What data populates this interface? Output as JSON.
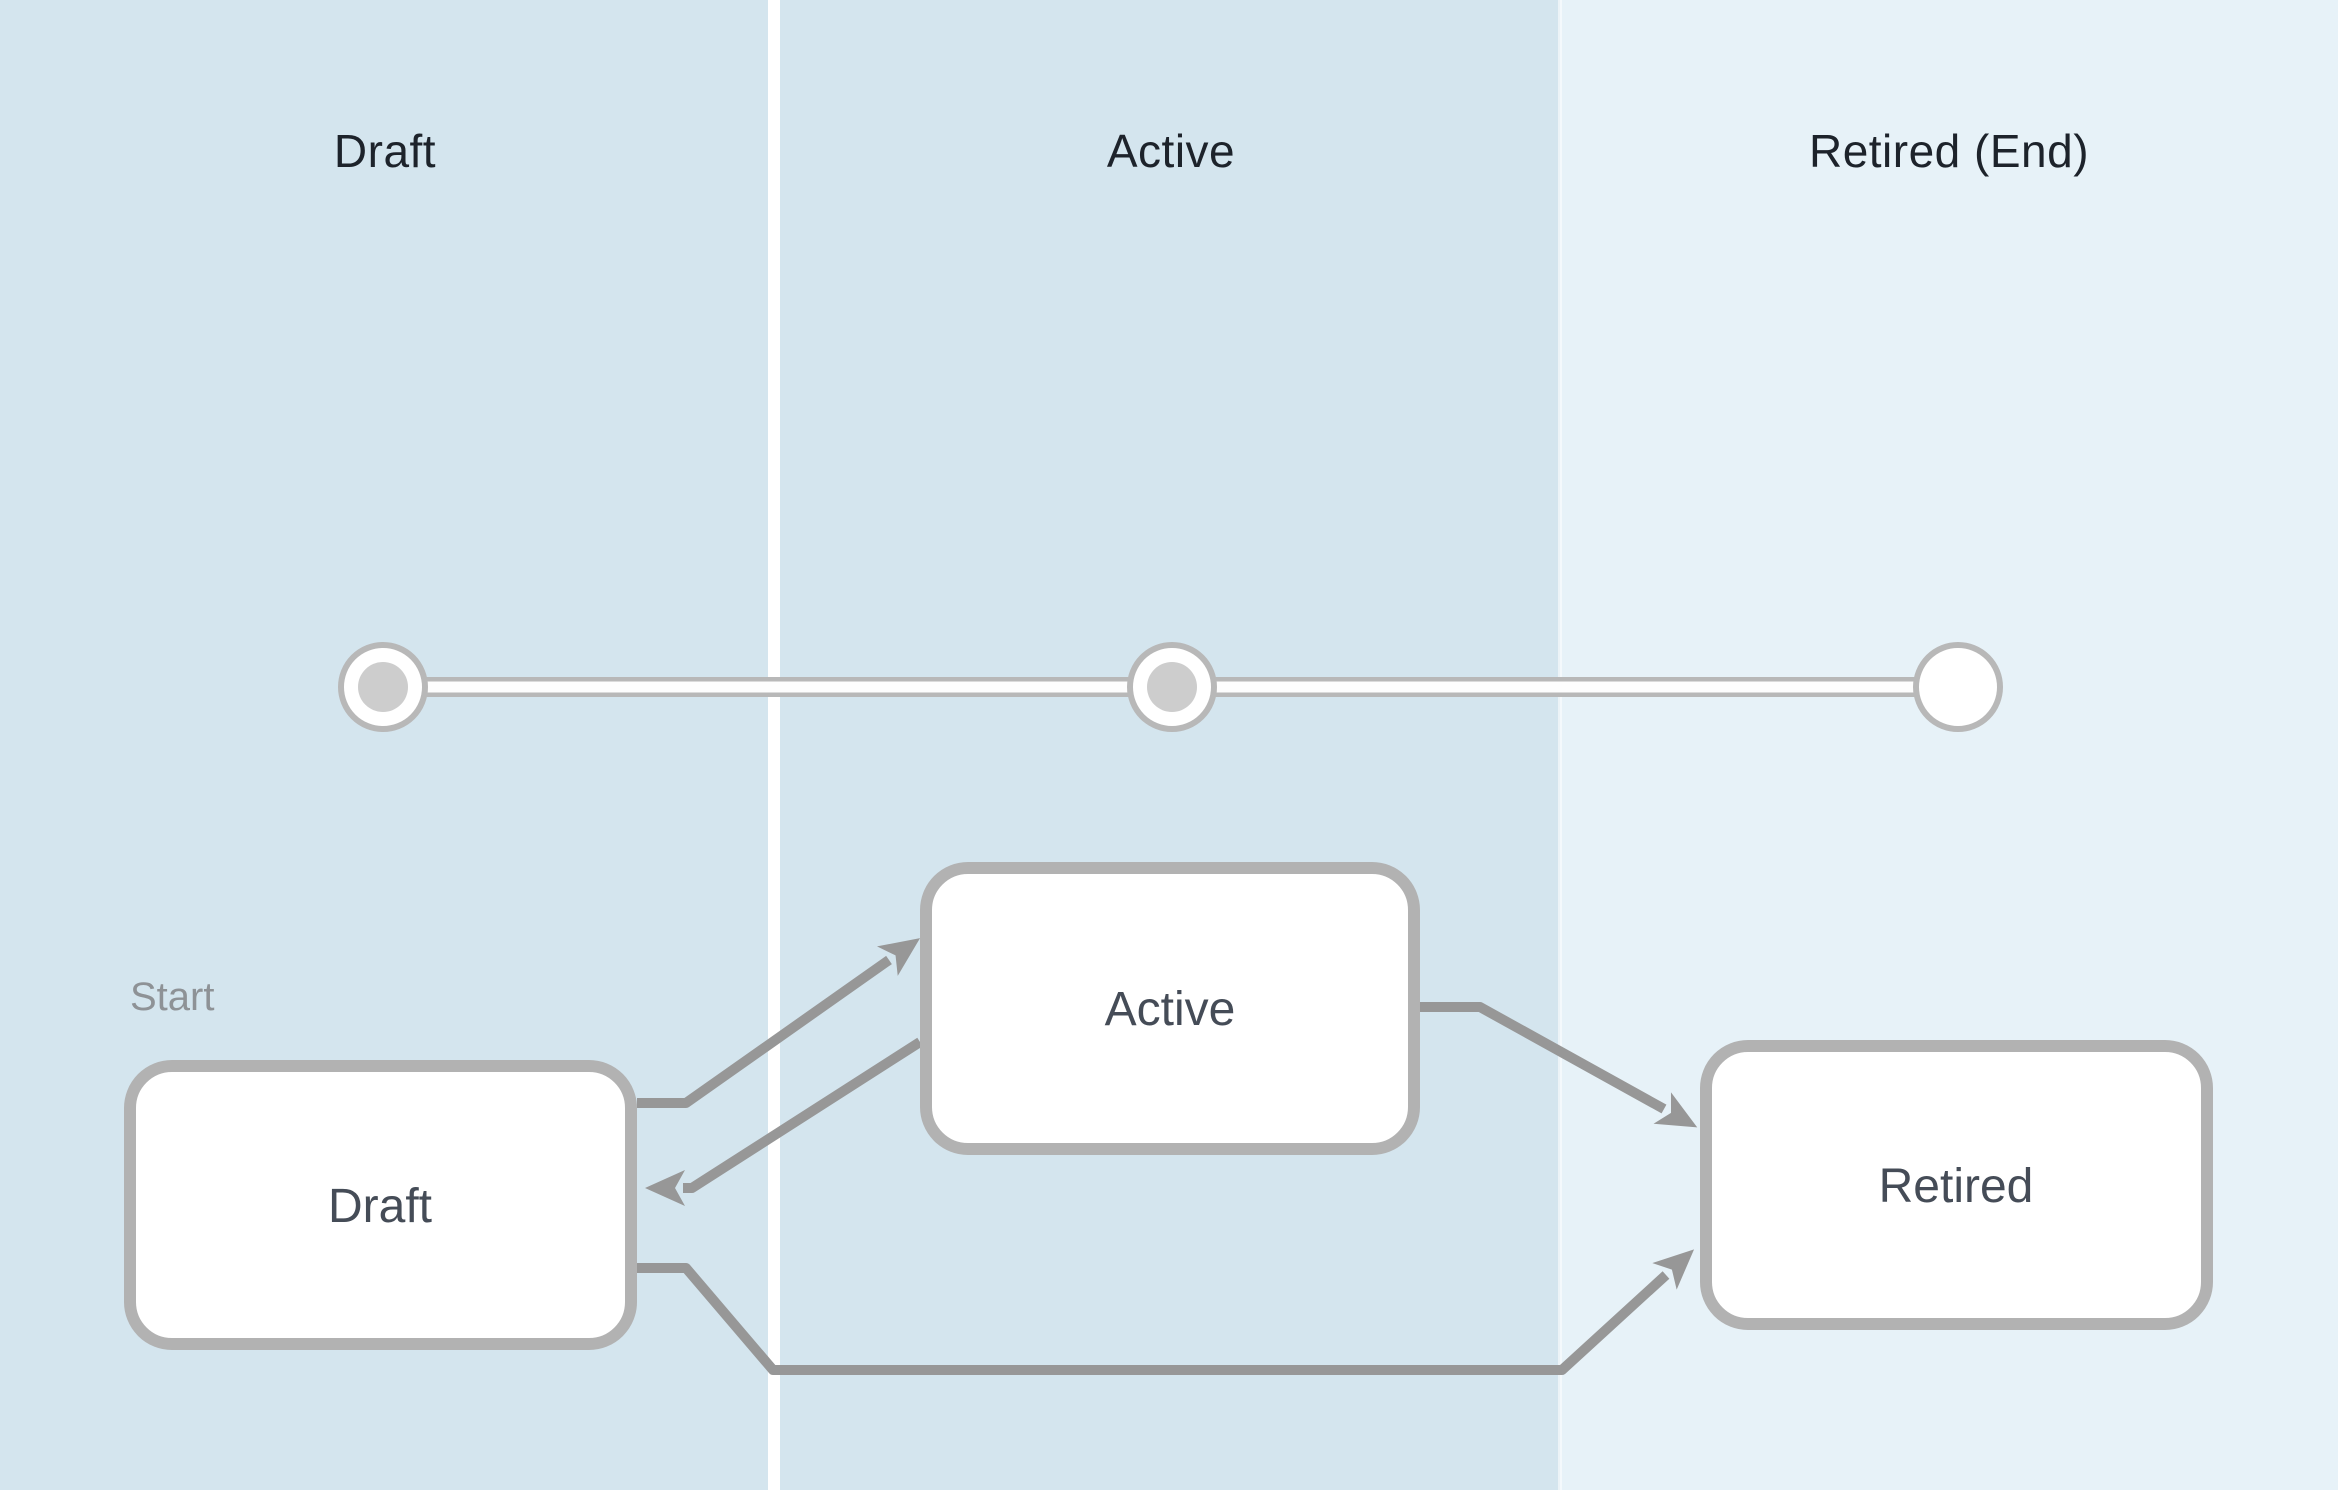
{
  "lanes": [
    {
      "label": "Draft"
    },
    {
      "label": "Active"
    },
    {
      "label": "Retired (End)"
    }
  ],
  "timeline": {
    "milestones": [
      {
        "lane": "Draft",
        "state": "filled"
      },
      {
        "lane": "Active",
        "state": "filled"
      },
      {
        "lane": "Retired (End)",
        "state": "empty"
      }
    ]
  },
  "states": [
    {
      "label": "Draft",
      "annotation": "Start"
    },
    {
      "label": "Active"
    },
    {
      "label": "Retired"
    }
  ],
  "transitions": [
    {
      "from": "Draft",
      "to": "Active"
    },
    {
      "from": "Active",
      "to": "Draft"
    },
    {
      "from": "Active",
      "to": "Retired"
    },
    {
      "from": "Draft",
      "to": "Retired"
    }
  ],
  "colors": {
    "lane_bg": "#d4e5ee",
    "lane_bg_end": "#e7f2f8",
    "divider": "#ffffff",
    "box_fill": "#ffffff",
    "box_border": "#b2b2b2",
    "arrow": "#979797",
    "track_edge": "#b8b8b8",
    "track_core": "#fdfdfd",
    "milestone_ring": "#b8b8b8",
    "milestone_fill": "#ffffff",
    "milestone_dot": "#cdcdcd",
    "header_text": "#1d232b",
    "state_text": "#454c57",
    "start_text": "#8e9296"
  }
}
